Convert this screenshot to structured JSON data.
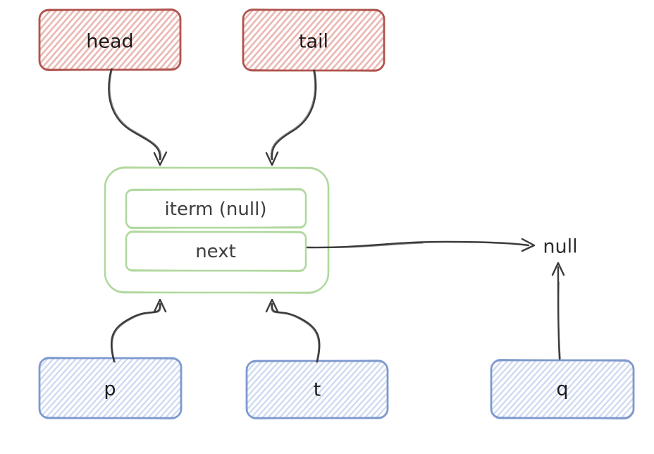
{
  "nodes": {
    "head": {
      "label": "head"
    },
    "tail": {
      "label": "tail"
    },
    "node": {
      "fields": [
        "iterm (null)",
        "next"
      ]
    },
    "p": {
      "label": "p"
    },
    "t": {
      "label": "t"
    },
    "q": {
      "label": "q"
    }
  },
  "null_label": "null",
  "arrows": [
    {
      "id": "head-to-node",
      "from": "head",
      "to": "node"
    },
    {
      "id": "tail-to-node",
      "from": "tail",
      "to": "node"
    },
    {
      "id": "next-to-null",
      "from": "node.next",
      "to": "null"
    },
    {
      "id": "p-to-node",
      "from": "p",
      "to": "node"
    },
    {
      "id": "t-to-node",
      "from": "t",
      "to": "node"
    },
    {
      "id": "q-to-null",
      "from": "q",
      "to": "null"
    }
  ],
  "colors": {
    "red_stroke": "#b0544f",
    "red_fill_hatch": "#eab7b1",
    "green_stroke": "#b1d89e",
    "blue_stroke": "#7e99ce",
    "blue_fill_hatch": "#cdd9f0",
    "arrow": "#3b3b3b",
    "label_ink": "#1a1a1a",
    "field_ink": "#3e3e3e"
  }
}
